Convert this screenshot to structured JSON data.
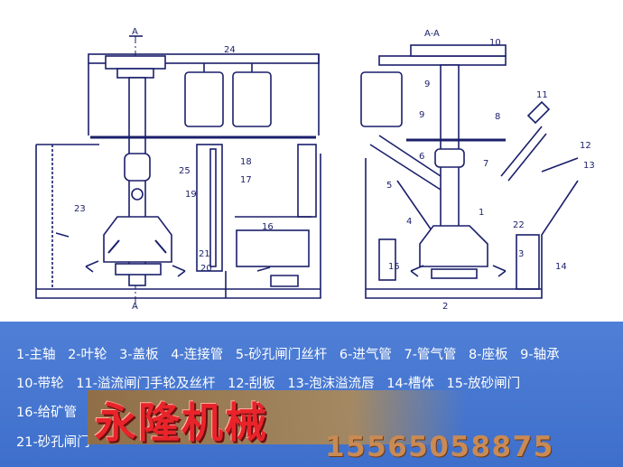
{
  "diagram": {
    "section_mark_top": "A",
    "section_mark_bottom": "A",
    "section_title": "A-A",
    "left_callouts": [
      "24",
      "25",
      "18",
      "17",
      "19",
      "23",
      "16",
      "21",
      "20"
    ],
    "right_callouts": [
      "10",
      "9",
      "9",
      "8",
      "11",
      "12",
      "6",
      "7",
      "13",
      "5",
      "1",
      "22",
      "4",
      "3",
      "14",
      "15",
      "2"
    ]
  },
  "legend": {
    "row1": [
      "1-主轴",
      "2-叶轮",
      "3-盖板",
      "4-连接管",
      "5-砂孔闸门丝杆",
      "6-进气管",
      "7-管气管",
      "8-座板",
      "9-轴承"
    ],
    "row2": [
      "10-带轮",
      "11-溢流闸门手轮及丝杆",
      "12-刮板",
      "13-泡沫溢流唇",
      "14-槽体",
      "15-放砂闸门"
    ],
    "row3": [
      "16-给矿管"
    ],
    "row4": [
      "21-砂孔闸门"
    ]
  },
  "watermark": {
    "brand": "永隆机械",
    "phone": "15565058875"
  },
  "colors": {
    "line": "#1a1f6a",
    "legend_bg": "#4479d0",
    "brand": "#e8242a",
    "phone": "#c98a54"
  }
}
